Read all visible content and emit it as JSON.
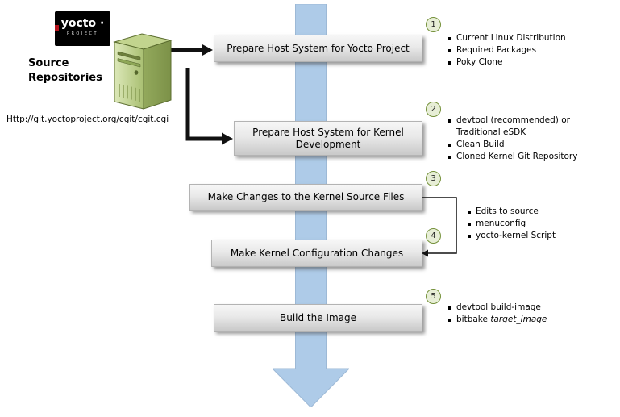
{
  "logo": {
    "brand": "yocto ·",
    "sub": "PROJECT"
  },
  "source": {
    "label": "Source Repositories",
    "url": "Http://git.yoctoproject.org/cgit/cgit.cgi"
  },
  "steps": [
    {
      "num": "1",
      "label": "Prepare Host System for Yocto Project"
    },
    {
      "num": "2",
      "label": "Prepare Host System for Kernel Development"
    },
    {
      "num": "3",
      "label": "Make Changes to the Kernel Source Files"
    },
    {
      "num": "4",
      "label": "Make Kernel Configuration Changes"
    },
    {
      "num": "5",
      "label": "Build the Image"
    }
  ],
  "annotations": {
    "step1_bullets": [
      "Current Linux Distribution",
      "Required Packages",
      "Poky Clone"
    ],
    "step2_bullets": [
      "devtool (recommended) or Traditional eSDK",
      "Clean Build",
      "Cloned Kernel Git Repository"
    ],
    "steps34_bullets": [
      "Edits to source",
      "menuconfig",
      "yocto-kernel Script"
    ],
    "step5_bullets": [
      {
        "text": "devtool build-image",
        "italic": ""
      },
      {
        "text": "bitbake ",
        "italic": "target_image"
      }
    ]
  },
  "colors": {
    "flow_arrow": "#aecbe8",
    "circle_fill": "#e7eed6",
    "circle_border": "#76923c",
    "logo_bg": "#000000",
    "logo_accent": "#b5121b"
  }
}
